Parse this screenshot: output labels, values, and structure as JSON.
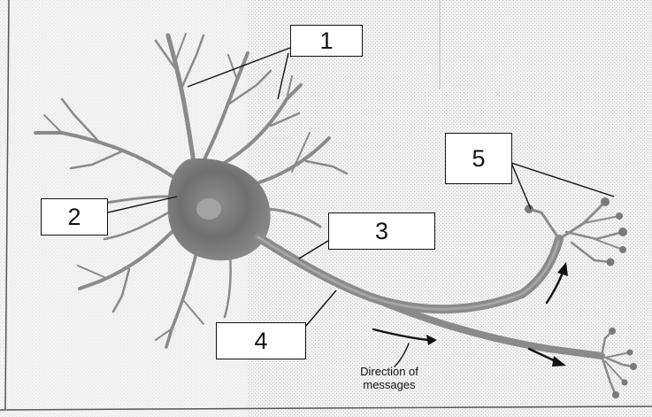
{
  "labels": [
    "1",
    "2",
    "3",
    "4",
    "5"
  ],
  "caption": {
    "line1": "Direction of",
    "line2": "messages"
  },
  "colors": {
    "background": "#f1f1f1",
    "neuron": "#8a8a8a",
    "soma": "#6e6e6e",
    "ink": "#111111"
  }
}
